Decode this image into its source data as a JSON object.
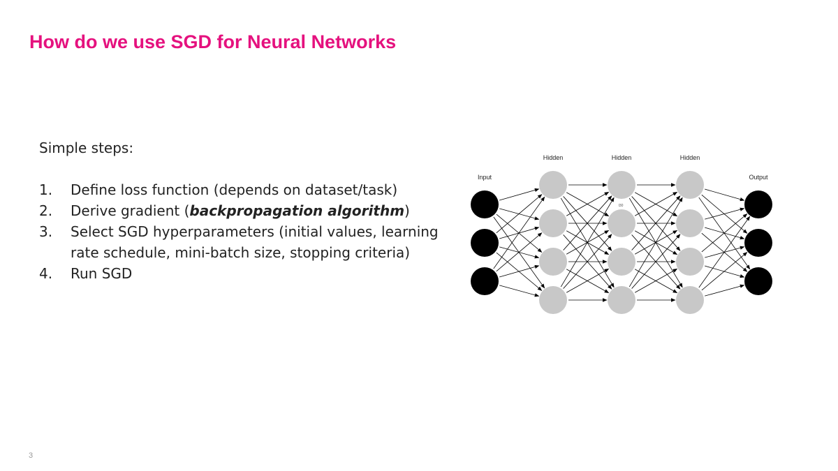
{
  "slide": {
    "title": "How do we use SGD for Neural Networks",
    "page_number": "3",
    "intro": "Simple steps:",
    "steps": [
      {
        "number": "1.",
        "text": "Define loss function (depends on dataset/task)"
      },
      {
        "number": "2.",
        "before": "Derive gradient (",
        "emphasis": "backpropagation algorithm",
        "after": ")"
      },
      {
        "number": "3.",
        "text": "Select SGD hyperparameters (initial values, learning rate schedule, mini-batch size, stopping criteria)"
      },
      {
        "number": "4.",
        "text": "Run SGD"
      }
    ]
  },
  "network_diagram": {
    "layers": [
      {
        "label": "Input",
        "nodes": 3,
        "color": "#000000"
      },
      {
        "label": "Hidden",
        "nodes": 4,
        "color": "#c8c8c8"
      },
      {
        "label": "Hidden",
        "nodes": 4,
        "color": "#c8c8c8"
      },
      {
        "label": "Hidden",
        "nodes": 4,
        "color": "#c8c8c8"
      },
      {
        "label": "Output",
        "nodes": 3,
        "color": "#000000"
      }
    ],
    "annotation": "I30"
  },
  "colors": {
    "title": "#e5117e",
    "text": "#222222",
    "edge": "#000000"
  }
}
